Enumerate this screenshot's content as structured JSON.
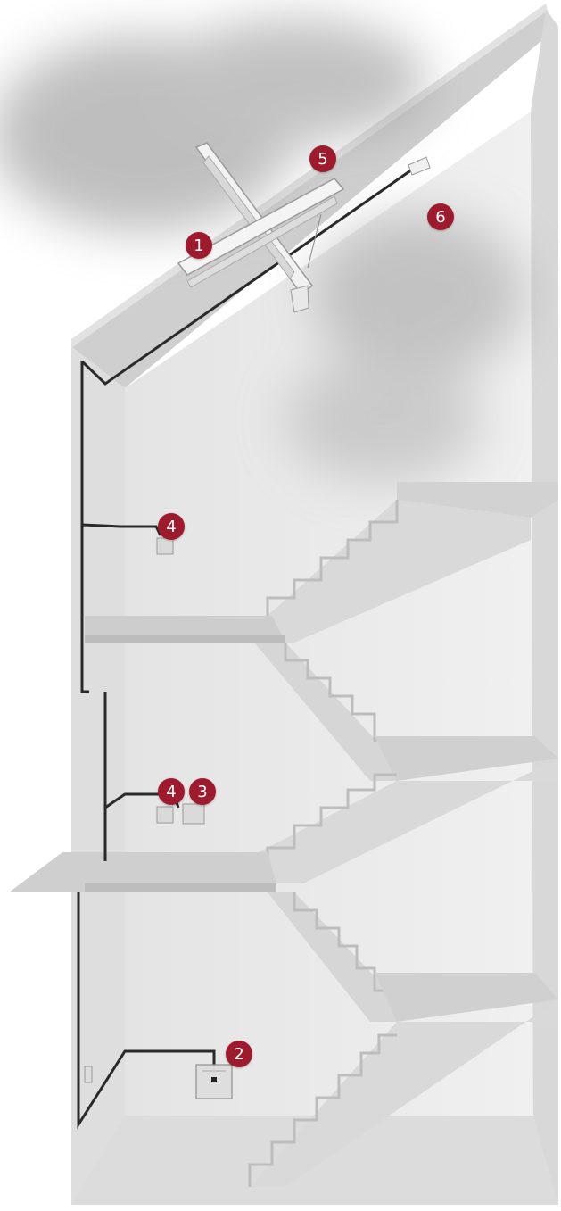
{
  "colors": {
    "marker": "#9e1b2e",
    "marker_text": "#ffffff",
    "wall": "#e9e9e9",
    "wall_edge": "#d4d4d4",
    "cable": "#2a2a2a",
    "smoke": "#8a8a8a"
  },
  "markers": [
    {
      "label": "1",
      "name": "marker-1-smoke-vent-window"
    },
    {
      "label": "5",
      "name": "marker-5-window-actuator"
    },
    {
      "label": "6",
      "name": "marker-6-smoke-detector"
    },
    {
      "label": "4",
      "name": "marker-4-vent-button-top"
    },
    {
      "label": "4",
      "name": "marker-4-vent-button-middle"
    },
    {
      "label": "3",
      "name": "marker-3-smoke-alarm-button"
    },
    {
      "label": "2",
      "name": "marker-2-control-panel"
    }
  ]
}
